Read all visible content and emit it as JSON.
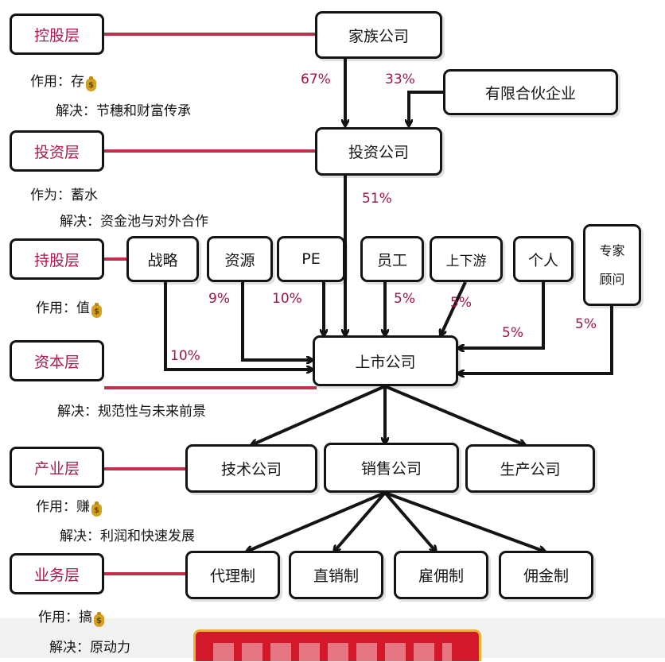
{
  "layers": {
    "holding": "控股层",
    "investment": "投资层",
    "shareholding": "持股层",
    "capital": "资本层",
    "industry": "产业层",
    "business": "业务层"
  },
  "notes": {
    "holding_role": "作用：存",
    "holding_solve": "解决：节穗和财富传承",
    "investment_role": "作为：蓄水",
    "investment_solve": "解决：资金池与对外合作",
    "shareholding_role": "作用：值",
    "capital_solve": "解决：规范性与未来前景",
    "industry_role": "作用：赚",
    "industry_solve": "解决：利润和快速发展",
    "business_role": "作用：搞",
    "business_solve": "解决：原动力"
  },
  "entities": {
    "family_company": "家族公司",
    "limited_partnership": "有限合伙企业",
    "investment_company": "投资公司",
    "strategy": "战略",
    "resources": "资源",
    "pe": "PE",
    "employees": "员工",
    "supply_chain": "上下游",
    "individual": "个人",
    "expert_advisor_1": "专家",
    "expert_advisor_2": "顾问",
    "listed_company": "上市公司",
    "tech_company": "技术公司",
    "sales_company": "销售公司",
    "production_company": "生产公司",
    "agency": "代理制",
    "direct_sales": "直销制",
    "employment": "雇佣制",
    "commission": "佣金制"
  },
  "percentages": {
    "family_to_investment": "67%",
    "partnership_to_investment": "33%",
    "investment_to_listed": "51%",
    "strategy": "10%",
    "resources": "9%",
    "pe": "10%",
    "employees": "5%",
    "supply_chain": "5%",
    "individual": "5%",
    "expert": "5%"
  },
  "icons": {
    "money_bag": "money-bag-icon"
  },
  "colors": {
    "layer_text": "#b0174f",
    "connector": "#c0304a",
    "percent": "#a0154a",
    "arrow": "#141414"
  }
}
